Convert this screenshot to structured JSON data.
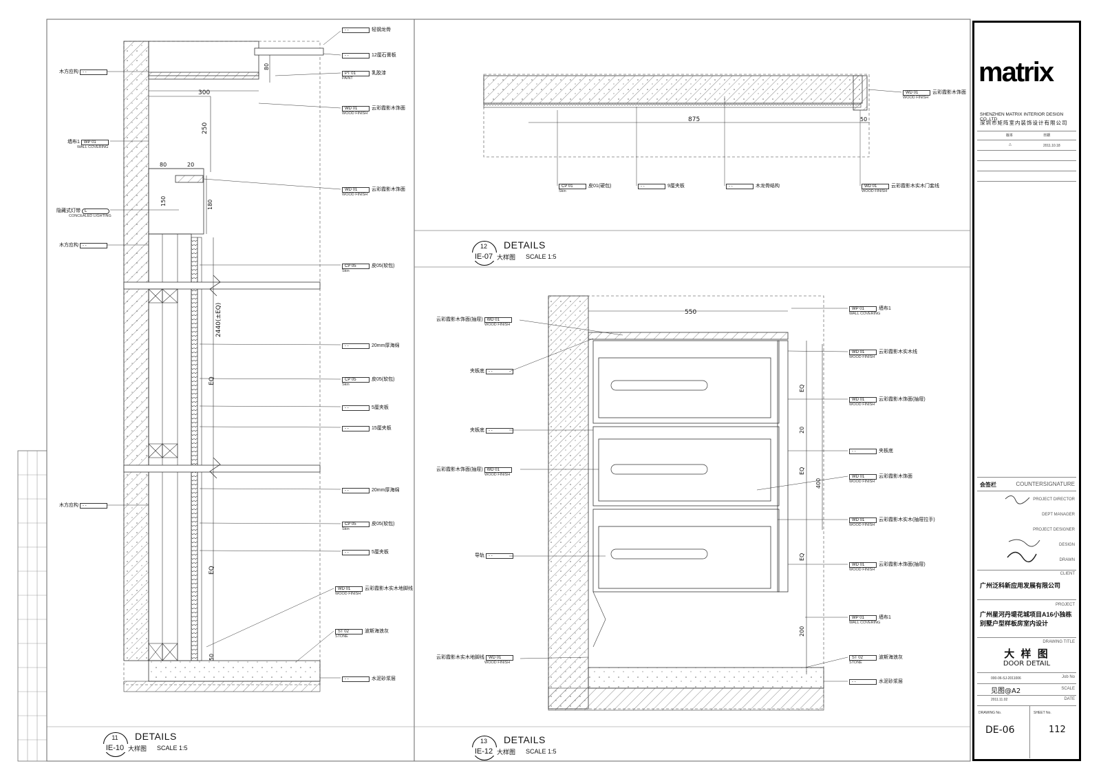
{
  "titleblock": {
    "logo": "matrix",
    "company_en": "SHENZHEN MATRIX INTERIOR DESIGN CO.,LTD",
    "company_cn": "深圳市矩阵室内装饰设计有限公司",
    "rev_header": "版本",
    "date_header": "日期",
    "rev_date": "2011.10.18",
    "countersign_cn": "会签栏",
    "countersign_en": "COUNTERSIGNATURE",
    "roles": [
      "PROJECT DIRECTOR",
      "DEPT MANAGER",
      "PROJECT DESIGNER",
      "DESIGN",
      "DRAWN"
    ],
    "client_label": "CLIENT",
    "client": "广州泛科新应用发展有限公司",
    "project_label": "PROJECT",
    "project_line1": "广州星河丹堤花城项目A16小独栋",
    "project_line2": "别墅户型样板房室内设计",
    "drawing_title_label": "DRAWING TITLE",
    "drawing_title_cn": "大 样 图",
    "drawing_title_en": "DOOR DETAIL",
    "job_no_label": "Job No",
    "job_no": "000-06-SJ-2011006",
    "scale_label": "SCALE",
    "scale": "见图@A2",
    "date_label": "DATE",
    "date": "2011.11.02",
    "drawing_no_label": "DRAWING No.",
    "drawing_no": "DE-06",
    "sheet_no_label": "SHEET No.",
    "sheet_no": "112"
  },
  "details": [
    {
      "num": "11",
      "ref": "IE-10",
      "word": "DETAILS",
      "sub": "大样图",
      "scale": "SCALE  1:5"
    },
    {
      "num": "12",
      "ref": "IE-07",
      "word": "DETAILS",
      "sub": "大样图",
      "scale": "SCALE  1:5"
    },
    {
      "num": "13",
      "ref": "IE-12",
      "word": "DETAILS",
      "sub": "大样图",
      "scale": "SCALE  1:5"
    }
  ],
  "callouts_left": [
    {
      "code": "- -",
      "text": "轻钢龙骨"
    },
    {
      "code": "- -",
      "text": "12厘石膏板"
    },
    {
      "code": "PT  01",
      "text": "乳胶漆",
      "en": "PAINT"
    },
    {
      "code": "WD  01",
      "text": "云彩霞影木饰面",
      "en": "WOOD FINISH"
    },
    {
      "code": "WD  01",
      "text": "云彩霞影木饰面",
      "en": "WOOD FINISH"
    },
    {
      "code": "CP  05",
      "text": "皮05(软包)",
      "en": "Skin"
    },
    {
      "code": "- -",
      "text": "20mm厚海绵"
    },
    {
      "code": "CP  05",
      "text": "皮05(软包)",
      "en": "Skin"
    },
    {
      "code": "- -",
      "text": "5厘夹板"
    },
    {
      "code": "- -",
      "text": "15厘夹板"
    },
    {
      "code": "- -",
      "text": "20mm厚海绵"
    },
    {
      "code": "CP  05",
      "text": "皮05(软包)",
      "en": "Skin"
    },
    {
      "code": "- -",
      "text": "5厘夹板"
    },
    {
      "code": "WD  01",
      "text": "云彩霞影木实木地脚线",
      "en": "WOOD FINISH"
    },
    {
      "code": "ST  02",
      "text": "波斯海浪灰",
      "en": "STONE"
    },
    {
      "code": "- -",
      "text": "水泥砂浆层"
    }
  ],
  "callouts_left_side": [
    {
      "label": "木方应构",
      "code": "- -"
    },
    {
      "label": "墙布1",
      "code": "WP  01",
      "en": "WALL COVERING"
    },
    {
      "label": "隐藏式灯带",
      "code": "L",
      "en": "CONCEALED LIGHTING"
    },
    {
      "label": "木方应构",
      "code": "- -"
    },
    {
      "label": "木方应构",
      "code": "- -"
    }
  ],
  "callouts_12": [
    {
      "code": "WD  01",
      "text": "云彩霞影木饰面",
      "en": "WOOD FINISH"
    },
    {
      "code": "CP  01",
      "text": "皮01(硬包)",
      "en": "Skin"
    },
    {
      "code": "- -",
      "text": "9厘夹板"
    },
    {
      "code": "- -",
      "text": "木龙骨结构"
    },
    {
      "code": "WD  01",
      "text": "云彩霞影木实木门套线",
      "en": "WOOD FINISH"
    }
  ],
  "callouts_13_right": [
    {
      "code": "WP  01",
      "text": "墙布1",
      "en": "WALL COVERING"
    },
    {
      "code": "WD  01",
      "text": "云彩霞影木实木线",
      "en": "WOOD FINISH"
    },
    {
      "code": "WD  01",
      "text": "云彩霞影木饰面(抽屉)",
      "en": "WOOD FINISH"
    },
    {
      "code": "- -",
      "text": "夹板底"
    },
    {
      "code": "WD  01",
      "text": "云彩霞影木饰面",
      "en": "WOOD FINISH"
    },
    {
      "code": "WD  01",
      "text": "云彩霞影木实木(抽屉拉手)",
      "en": "WOOD FINISH"
    },
    {
      "code": "WD  01",
      "text": "云彩霞影木饰面(抽屉)",
      "en": "WOOD FINISH"
    },
    {
      "code": "WP  01",
      "text": "墙布1",
      "en": "WALL COVERING"
    },
    {
      "code": "ST  02",
      "text": "波斯海浪灰",
      "en": "STONE"
    },
    {
      "code": "- -",
      "text": "水泥砂浆层"
    }
  ],
  "callouts_13_left": [
    {
      "label": "云彩霞影木饰面(抽屉)",
      "code": "WD  01",
      "en": "WOOD FINISH"
    },
    {
      "label": "夹板底",
      "code": "- -"
    },
    {
      "label": "夹板底",
      "code": "- -"
    },
    {
      "label": "云彩霞影木饰面(抽屉)",
      "code": "WD  01",
      "en": "WOOD FINISH"
    },
    {
      "label": "导轨",
      "code": "- -"
    },
    {
      "label": "云彩霞影木实木地脚线",
      "code": "WD  01",
      "en": "WOOD FINISH"
    }
  ],
  "dims": {
    "d300": "300",
    "d250": "250",
    "d80a": "80",
    "d20": "20",
    "d80b": "80",
    "d150": "150",
    "d180": "180",
    "d2440": "2440(±EQ)",
    "eq": "EQ",
    "d50": "50",
    "d875": "875",
    "d50b": "50",
    "d550": "550",
    "d200": "200",
    "d400": "400",
    "d20b": "20"
  }
}
